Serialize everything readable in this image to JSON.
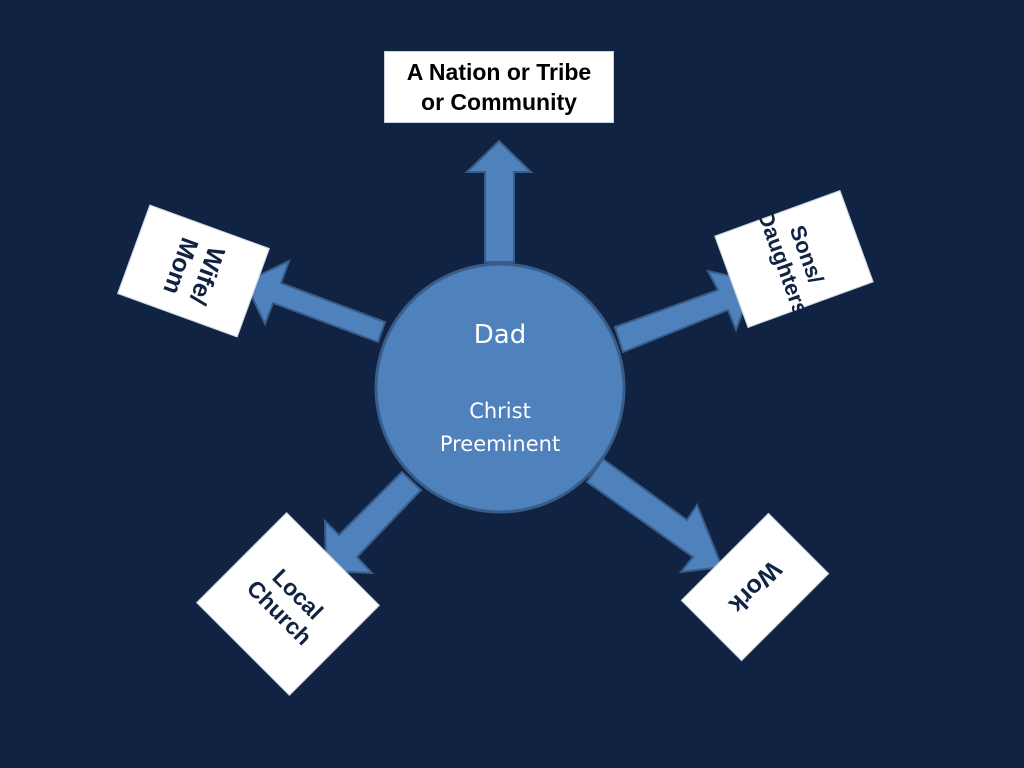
{
  "diagram": {
    "center": {
      "title": "Dad",
      "subtitle_line1": "Christ",
      "subtitle_line2": "Preeminent"
    },
    "nodes": [
      {
        "id": "nation",
        "line1": "A Nation or Tribe",
        "line2": "or Community"
      },
      {
        "id": "wife",
        "line1": "Wife/",
        "line2": "Mom"
      },
      {
        "id": "sons",
        "line1": "Sons/",
        "line2": "Daughters"
      },
      {
        "id": "church",
        "line1": "Local",
        "line2": "Church"
      },
      {
        "id": "work",
        "line1": "Work"
      }
    ]
  },
  "colors": {
    "background": "#112342",
    "circle_fill": "#4f81bd",
    "circle_stroke": "#385d8a",
    "box_fill": "#ffffff",
    "label_text": "#112342"
  }
}
